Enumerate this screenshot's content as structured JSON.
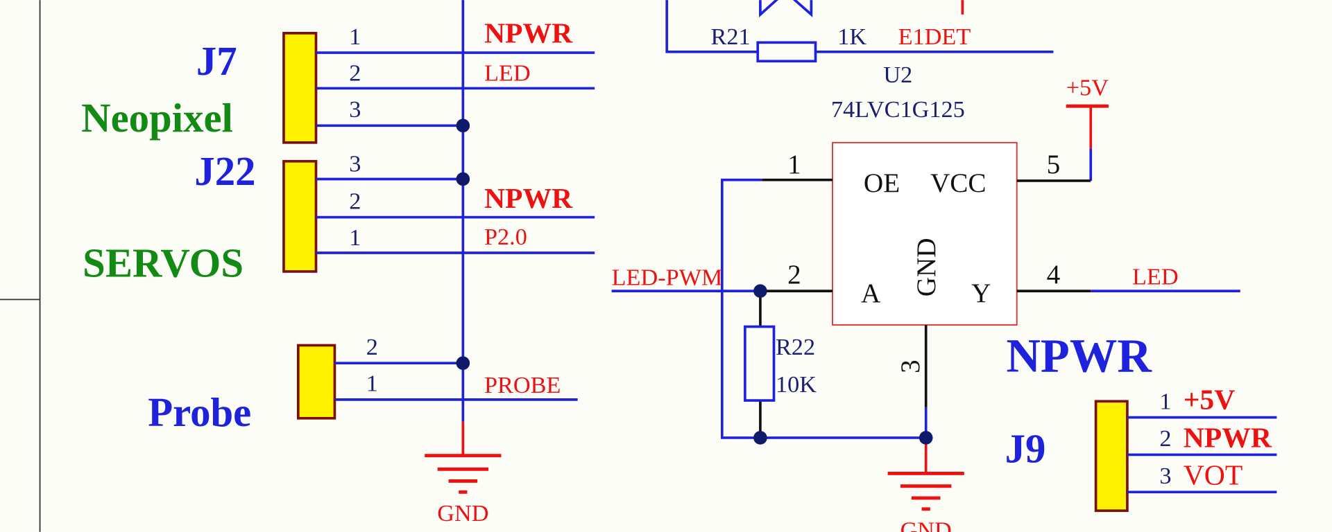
{
  "colors": {
    "wire": "#1e22dd",
    "power": "#ee1111",
    "label_green": "#138a13",
    "connector_fill": "#fff200",
    "pin_number": "#1c1f6e"
  },
  "connectors": {
    "j7": {
      "designator": "J7",
      "name": "Neopixel",
      "pins": [
        "1",
        "2",
        "3"
      ],
      "nets": [
        "NPWR",
        "LED"
      ]
    },
    "j22": {
      "designator": "J22",
      "name": "SERVOS",
      "pins": [
        "3",
        "2",
        "1"
      ],
      "nets": [
        "NPWR",
        "P2.0"
      ]
    },
    "probe": {
      "name": "Probe",
      "pins": [
        "2",
        "1"
      ],
      "net": "PROBE"
    },
    "j9": {
      "designator": "J9",
      "pins": [
        "1",
        "2",
        "3"
      ],
      "nets": [
        "+5V",
        "NPWR",
        "VOT"
      ]
    }
  },
  "gnd": {
    "left": "GND",
    "right": "GND"
  },
  "r21": {
    "ref": "R21",
    "value": "1K",
    "net": "E1DET"
  },
  "u2": {
    "ref": "U2",
    "part": "74LVC1G125",
    "pins": {
      "oe": "OE",
      "vcc": "VCC",
      "gnd": "GND",
      "a": "A",
      "y": "Y"
    },
    "pin_numbers": {
      "oe": "1",
      "a": "2",
      "gnd": "3",
      "y": "4",
      "vcc": "5"
    },
    "power": "+5V",
    "input_net": "LED-PWM",
    "output_net": "LED",
    "net_title": "NPWR"
  },
  "r22": {
    "ref": "R22",
    "value": "10K"
  }
}
